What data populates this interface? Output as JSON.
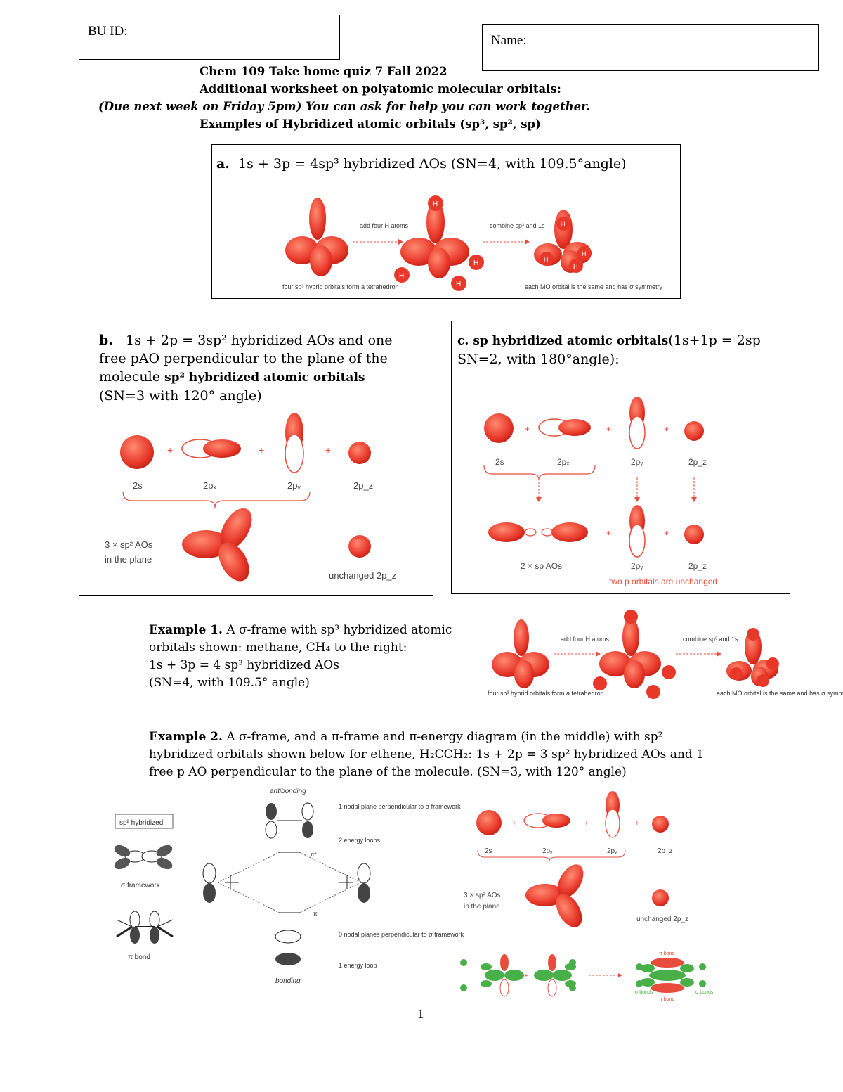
{
  "header": {
    "bu_id_label": "BU ID:",
    "name_label": "Name:",
    "title": "Chem 109 Take home quiz 7 Fall 2022",
    "subtitle": "Additional worksheet on polyatomic molecular orbitals:",
    "due_note": "(Due next week on Friday 5pm) You can ask for help you can work together.",
    "examples_heading": "Examples of Hybridized atomic orbitals (sp³, sp², sp)"
  },
  "panel_a": {
    "letter": "a.",
    "caption": "1s + 3p = 4sp³ hybridized AOs (SN=4, with 109.5°angle)",
    "arrow1": "add four H atoms",
    "arrow2": "combine sp³ and 1s",
    "left_note": "four sp³ hybrid orbitals form a tetrahedron",
    "right_note": "each MO orbital is the same and has σ symmetry",
    "atom": "H"
  },
  "panel_b": {
    "letter": "b.",
    "caption_line1": "1s + 2p = 3sp² hybridized AOs and one",
    "caption_line2": "free pAO perpendicular to the plane of the",
    "caption_line3_plain": "molecule",
    "caption_line3_bold": "sp² hybridized atomic orbitals",
    "caption_line4": "(SN=3 with 120° angle)",
    "labels": [
      "2s",
      "2pₓ",
      "2pᵧ",
      "2p_z"
    ],
    "sp2_label_1": "3 × sp² AOs",
    "sp2_label_2": "in the plane",
    "unchanged": "unchanged 2p_z"
  },
  "panel_c": {
    "letter": "c.",
    "caption_bold": "sp hybridized atomic orbitals",
    "caption_line1_rest": "(1s+1p = 2sp",
    "caption_line2": "SN=2, with 180°angle):",
    "labels": [
      "2s",
      "2pₓ",
      "2pᵧ",
      "2p_z"
    ],
    "sp_label": "2 × sp AOs",
    "bottom_labels": [
      "2pᵧ",
      "2p_z"
    ],
    "note": "two p orbitals are unchanged"
  },
  "example1": {
    "heading": "Example 1.",
    "line1_rest": "A σ-frame with sp³ hybridized atomic",
    "line2": "orbitals shown: methane, CH₄ to the right:",
    "line3": "1s + 3p = 4 sp³ hybridized AOs",
    "line4": "(SN=4, with 109.5° angle)",
    "arrow1": "add four H atoms",
    "arrow2": "combine sp³ and 1s",
    "left_note": "four sp³ hybrid orbitals form a tetrahedron",
    "right_note": "each MO orbital is the same and has σ symmetry"
  },
  "example2": {
    "heading": "Example 2.",
    "line1_rest": "A σ-frame, and a π-frame and π-energy diagram (in the middle) with sp²",
    "line2": "hybridized orbitals shown below for ethene, H₂CCH₂: 1s + 2p = 3 sp² hybridized AOs and 1",
    "line3": "free p AO perpendicular to the plane of the molecule. (SN=3, with 120° angle)",
    "sp2_box": "sp² hybridized",
    "sigma_framework": "σ framework",
    "pi_bond": "π bond",
    "antibonding": "antibonding",
    "bonding": "bonding",
    "pi_star": "π*",
    "pi": "π",
    "anti_note_1": "1 nodal plane perpendicular to σ framework",
    "anti_note_2": "2 energy loops",
    "bond_note_1": "0 nodal planes perpendicular to σ framework",
    "bond_note_2": "1 energy loop",
    "labels": [
      "2s",
      "2pₓ",
      "2pᵧ",
      "2p_z"
    ],
    "sp2_label_1": "3 × sp² AOs",
    "sp2_label_2": "in the plane",
    "unchanged": "unchanged 2p_z",
    "pi_bond_label": "π bond",
    "sigma_bonds": "σ bonds"
  },
  "page_number": "1"
}
